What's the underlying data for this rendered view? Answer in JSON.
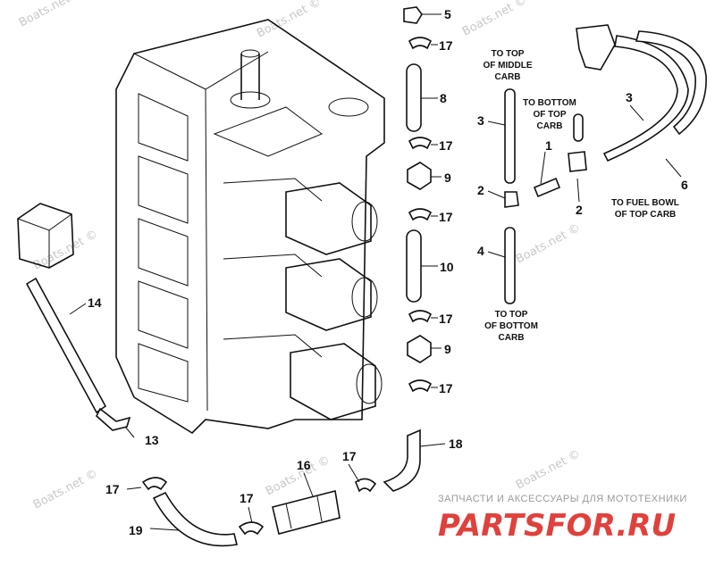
{
  "watermarks": [
    "Boats.net ©",
    "Boats.net ©",
    "Boats.net ©",
    "Boats.net ©",
    "Boats.net ©",
    "Boats.net ©",
    "Boats.net ©",
    "Boats.net ©"
  ],
  "callouts": {
    "c5": "5",
    "c17a": "17",
    "c8": "8",
    "c17b": "17",
    "c9a": "9",
    "c17c": "17",
    "c10": "10",
    "c17d": "17",
    "c9b": "9",
    "c17e": "17",
    "c18": "18",
    "c16": "16",
    "c17f": "17",
    "c17g": "17",
    "c17h": "17",
    "c19": "19",
    "c14": "14",
    "c13": "13",
    "c3a": "3",
    "c2a": "2",
    "c4": "4",
    "c1": "1",
    "c2b": "2",
    "c3b": "3",
    "c6": "6"
  },
  "notes": {
    "top_middle_carb": [
      "TO TOP",
      "OF MIDDLE",
      "CARB"
    ],
    "bottom_top_carb": [
      "TO BOTTOM",
      "OF TOP",
      "CARB"
    ],
    "fuel_bowl": [
      "TO FUEL BOWL",
      "OF TOP CARB"
    ],
    "top_bottom_carb": [
      "TO TOP",
      "OF BOTTOM",
      "CARB"
    ]
  },
  "branding": {
    "tagline": "ЗАПЧАСТИ И АКСЕССУАРЫ ДЛЯ МОТОТЕХНИКИ",
    "logo": "PARTSFOR.RU",
    "logo_color": "#e0413c"
  }
}
